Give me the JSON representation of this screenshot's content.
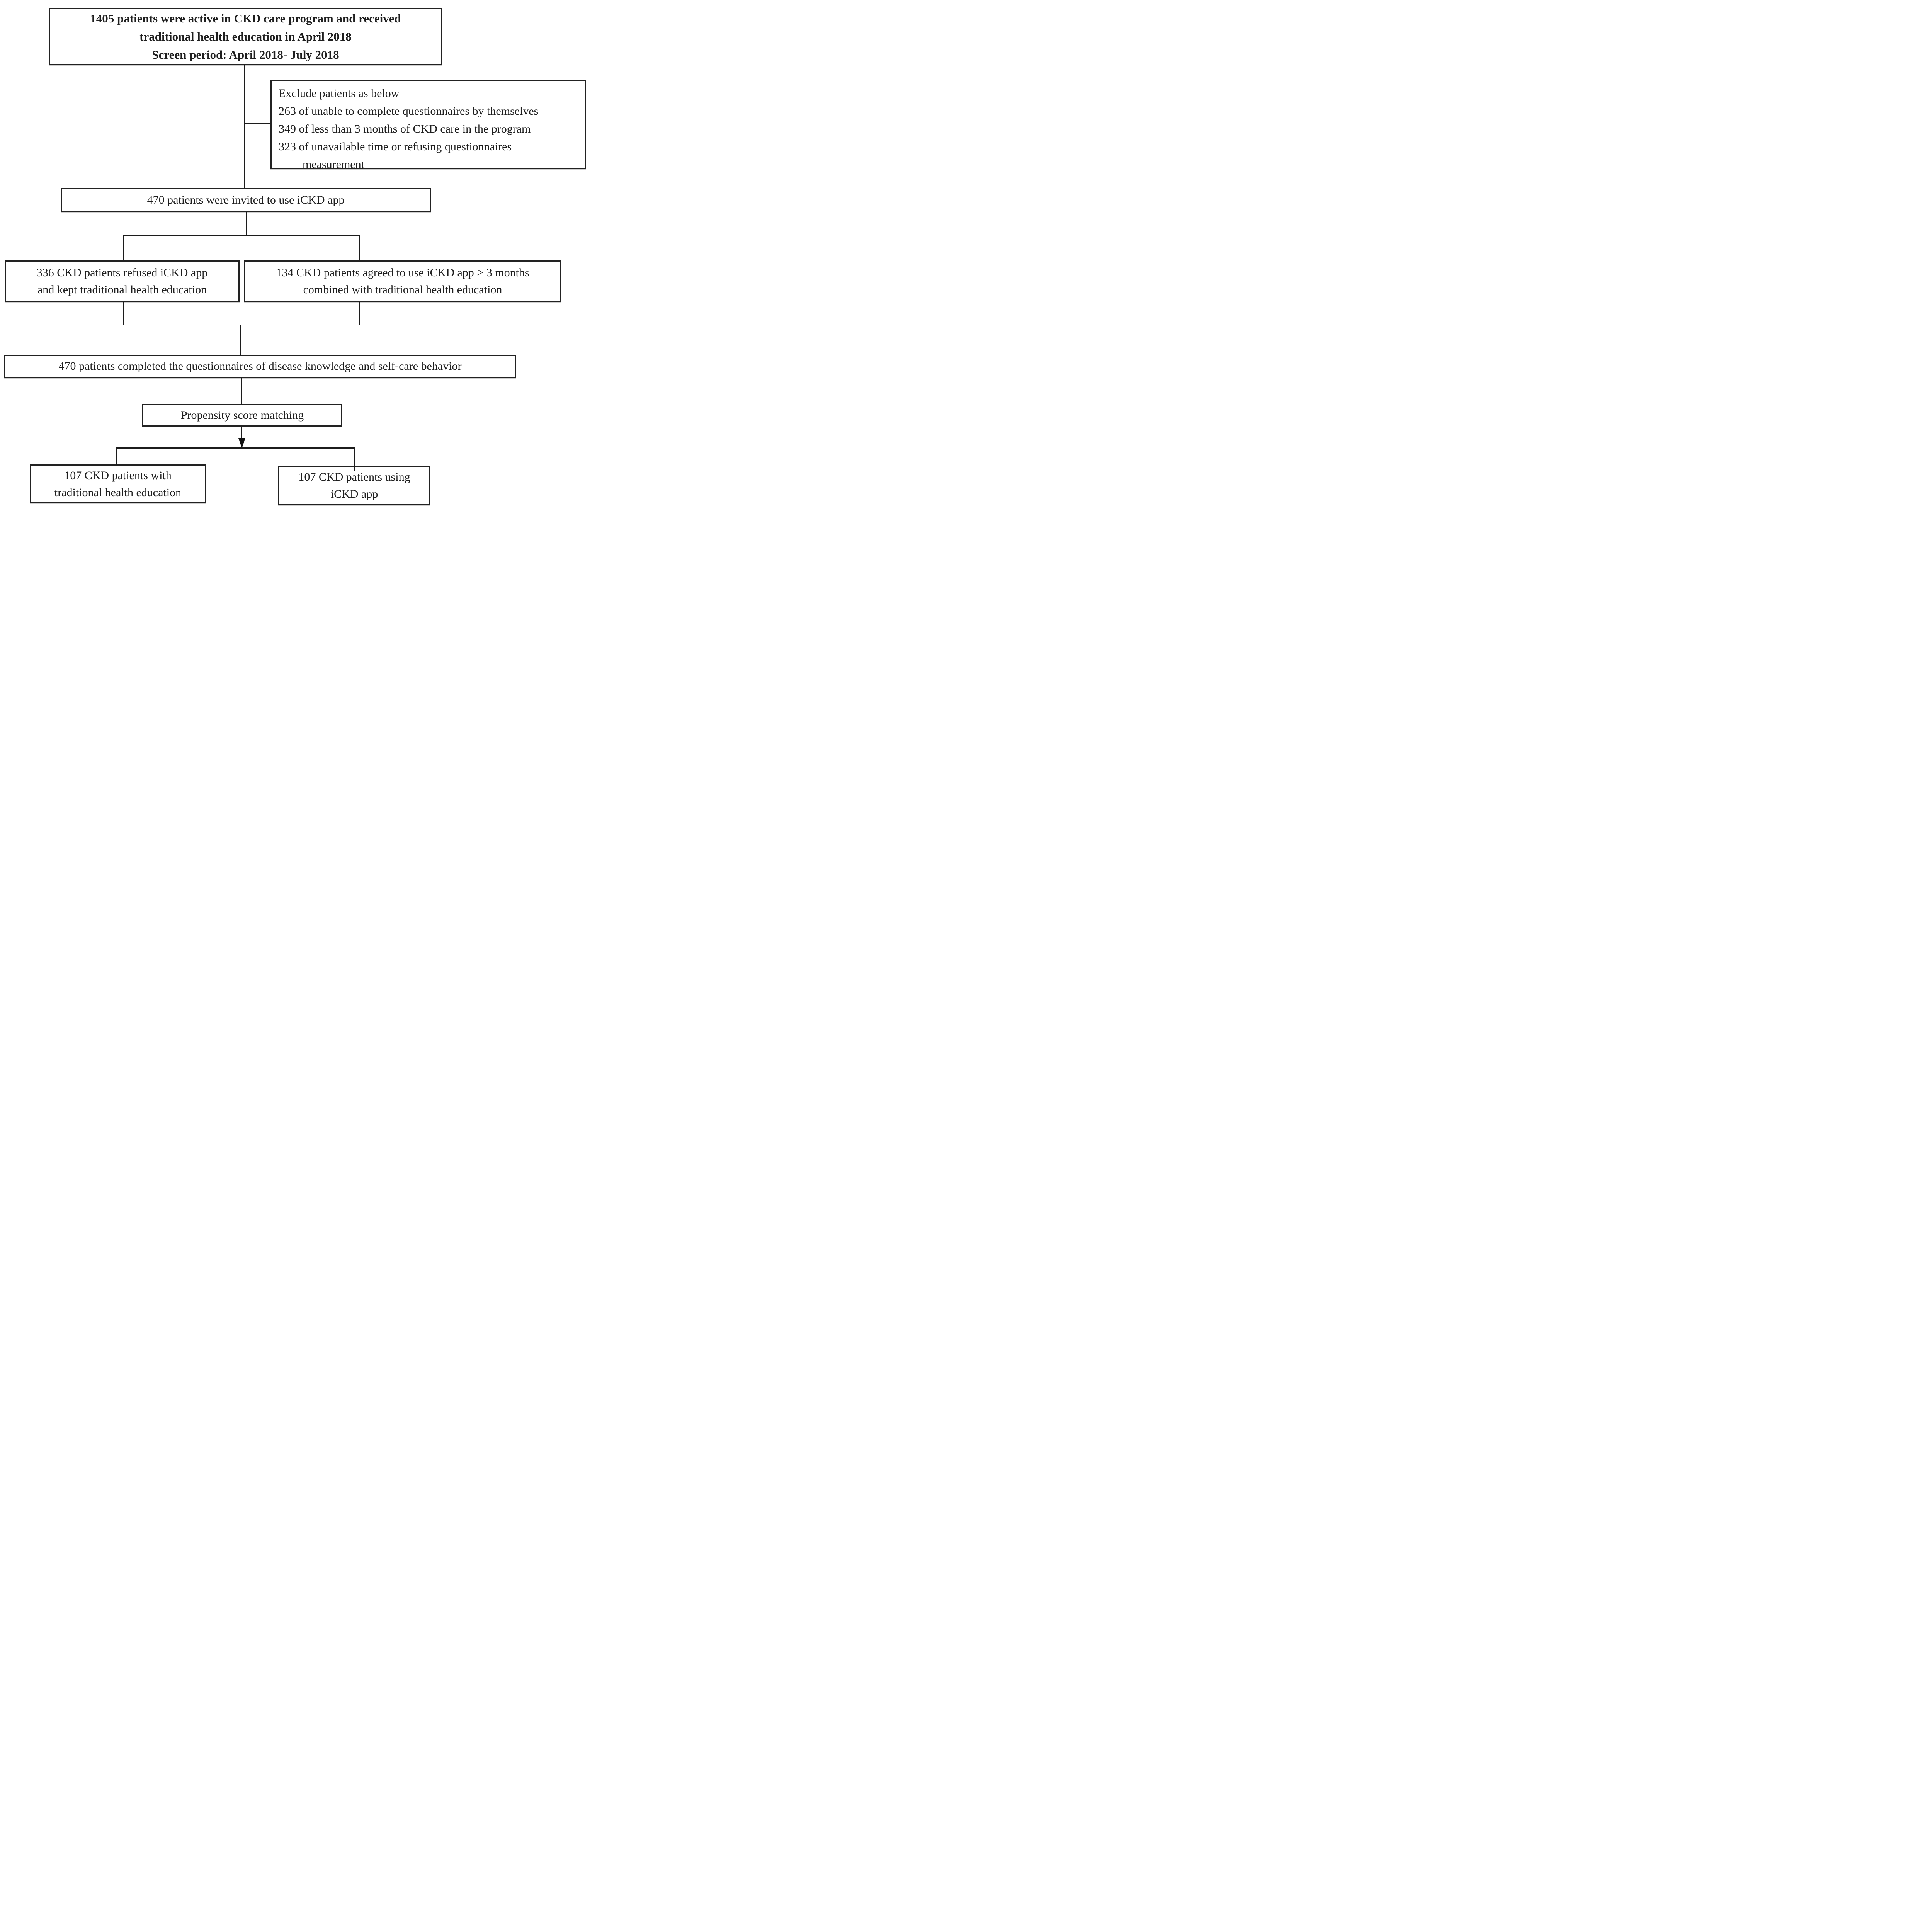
{
  "palette": {
    "ink": "#1c1c1c",
    "background": "#ffffff"
  },
  "diagram": {
    "type": "patient-flow-chart",
    "boxes": {
      "source": {
        "lines": [
          "1405 patients were active in CKD care program and received",
          "traditional health education in April 2018",
          "Screen period: April 2018- July 2018"
        ]
      },
      "exclusion": {
        "lines": [
          "Exclude patients as below",
          "263 of unable to complete questionnaires by themselves",
          "349 of less than 3 months of CKD care in the program",
          "323 of unavailable time or refusing questionnaires",
          "measurement"
        ]
      },
      "invited": {
        "text": "470 patients were invited to use iCKD app"
      },
      "refused": {
        "lines": [
          "336 CKD patients refused iCKD app",
          "and kept traditional health education"
        ]
      },
      "agreed": {
        "lines": [
          "134 CKD patients agreed to use iCKD app > 3 months",
          "combined with traditional health education"
        ]
      },
      "completed": {
        "text": "470 patients completed the questionnaires of disease knowledge and self-care behavior"
      },
      "matching": {
        "text": "Propensity score matching"
      },
      "traditional_group": {
        "lines": [
          "107 CKD patients with",
          "traditional health education"
        ]
      },
      "app_group": {
        "lines": [
          "107 CKD patients using",
          "iCKD app"
        ]
      }
    }
  }
}
